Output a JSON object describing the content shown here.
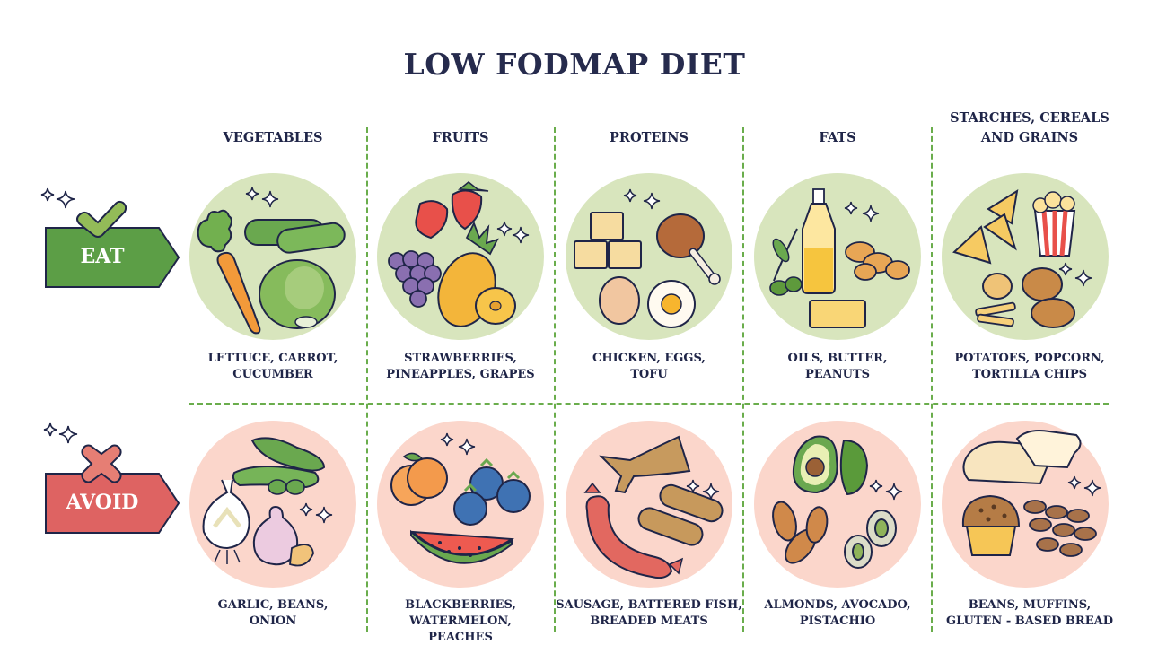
{
  "title": "LOW FODMAP DIET",
  "colors": {
    "eat_badge": "#5c9e46",
    "eat_mark": "#93bb58",
    "eat_circle": "#d8e5bd",
    "avoid_badge": "#de6362",
    "avoid_mark": "#e67e74",
    "avoid_circle": "#fbd6cb",
    "divider": "#6aad4c",
    "text": "#1f2548"
  },
  "rows": [
    {
      "label": "EAT",
      "icon": "checkmark-icon"
    },
    {
      "label": "AVOID",
      "icon": "cross-icon"
    }
  ],
  "columns": [
    {
      "header_line1": "VEGETABLES",
      "header_line2": "",
      "eat": {
        "line1": "LETTUCE, CARROT,",
        "line2": "CUCUMBER",
        "line3": "",
        "icons": [
          "lettuce-icon",
          "carrot-icon",
          "cucumber-icon"
        ]
      },
      "avoid": {
        "line1": "GARLIC, BEANS,",
        "line2": "ONION",
        "line3": "",
        "icons": [
          "garlic-icon",
          "beans-icon",
          "onion-icon"
        ]
      }
    },
    {
      "header_line1": "FRUITS",
      "header_line2": "",
      "eat": {
        "line1": "STRAWBERRIES,",
        "line2": "PINEAPPLES, GRAPES",
        "line3": "",
        "icons": [
          "strawberry-icon",
          "pineapple-icon",
          "grapes-icon"
        ]
      },
      "avoid": {
        "line1": "BLACKBERRIES,",
        "line2": "WATERMELON,",
        "line3": "PEACHES",
        "icons": [
          "blackberry-icon",
          "watermelon-icon",
          "peach-icon"
        ]
      }
    },
    {
      "header_line1": "PROTEINS",
      "header_line2": "",
      "eat": {
        "line1": "CHICKEN, EGGS,",
        "line2": "TOFU",
        "line3": "",
        "icons": [
          "chicken-leg-icon",
          "egg-icon",
          "tofu-icon"
        ]
      },
      "avoid": {
        "line1": "SAUSAGE, BATTERED FISH,",
        "line2": "BREADED MEATS",
        "line3": "",
        "icons": [
          "sausage-icon",
          "battered-fish-icon",
          "breaded-meat-icon"
        ]
      }
    },
    {
      "header_line1": "FATS",
      "header_line2": "",
      "eat": {
        "line1": "OILS, BUTTER,",
        "line2": "PEANUTS",
        "line3": "",
        "icons": [
          "oil-bottle-icon",
          "butter-icon",
          "peanut-icon"
        ]
      },
      "avoid": {
        "line1": "ALMONDS, AVOCADO,",
        "line2": "PISTACHIO",
        "line3": "",
        "icons": [
          "almond-icon",
          "avocado-icon",
          "pistachio-icon"
        ]
      }
    },
    {
      "header_line1": "STARCHES, CEREALS",
      "header_line2": "AND GRAINS",
      "eat": {
        "line1": "POTATOES, POPCORN,",
        "line2": "TORTILLA CHIPS",
        "line3": "",
        "icons": [
          "potato-icon",
          "popcorn-icon",
          "tortilla-chip-icon"
        ]
      },
      "avoid": {
        "line1": "BEANS, MUFFINS,",
        "line2": "GLUTEN - BASED BREAD",
        "line3": "",
        "icons": [
          "beans-icon",
          "muffin-icon",
          "bread-icon"
        ]
      }
    }
  ]
}
